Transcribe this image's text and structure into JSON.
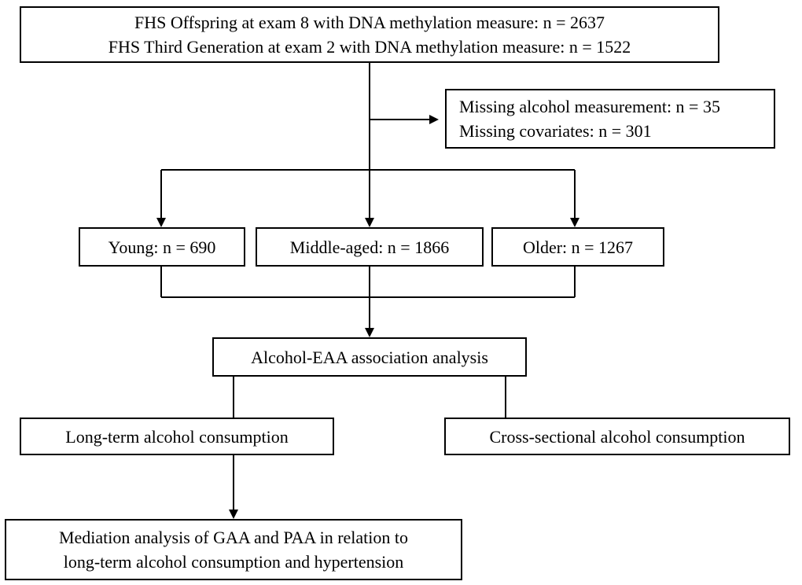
{
  "boxes": {
    "cohort": {
      "lines": [
        "FHS Offspring at exam 8 with DNA methylation measure: n = 2637",
        "FHS Third Generation at exam 2 with DNA methylation measure: n = 1522"
      ]
    },
    "excluded": {
      "lines": [
        "Missing alcohol measurement: n = 35",
        "Missing covariates: n = 301"
      ]
    },
    "young": "Young: n = 690",
    "middle_aged": "Middle-aged: n = 1866",
    "older": "Older: n = 1267",
    "association": "Alcohol-EAA association analysis",
    "long_term": "Long-term alcohol consumption",
    "cross_sectional": "Cross-sectional alcohol consumption",
    "mediation": {
      "lines": [
        "Mediation analysis of GAA and PAA in relation to",
        "long-term alcohol consumption and hypertension"
      ]
    }
  }
}
